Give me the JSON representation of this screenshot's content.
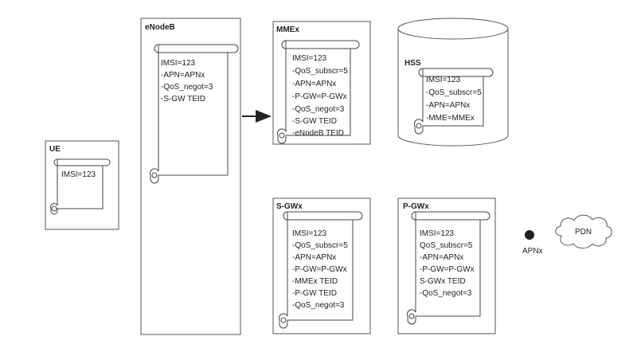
{
  "nodes": {
    "ue": {
      "label": "UE",
      "lines": [
        "IMSI=123"
      ]
    },
    "enodeb": {
      "label": "eNodeB",
      "lines": [
        "IMSI=123",
        "-APN=APNx",
        "-QoS_negot=3",
        "-S-GW TEID"
      ]
    },
    "mme": {
      "label": "MMEx",
      "lines": [
        "IMSI=123",
        "-QoS_subscr=5",
        "-APN=APNx",
        "-P-GW=P-GWx",
        "-QoS_negot=3",
        "-S-GW TEID",
        "-eNodeB TEID"
      ]
    },
    "hss": {
      "label": "HSS",
      "lines": [
        "IMSI=123",
        "-QoS_subscr=5",
        "-APN=APNx",
        "-MME=MMEx"
      ]
    },
    "sgw": {
      "label": "S-GWx",
      "lines": [
        "IMSI=123",
        "-QoS_subscr=5",
        "-APN=APNx",
        "-P-GW=P-GWx",
        "-MMEx TEID",
        "-P-GW TEID",
        "-QoS_negot=3"
      ]
    },
    "pgw": {
      "label": "P-GWx",
      "lines": [
        "IMSI=123",
        "QoS_subscr=5",
        "-APN=APNx",
        "-P-GW=P-GWx",
        "S-GWx TEID",
        "-QoS_negot=3"
      ]
    }
  },
  "apn_label": "APNx",
  "pdn_label": "PDN",
  "colors": {
    "stroke": "#555555",
    "text": "#222222",
    "dot": "#222222"
  }
}
